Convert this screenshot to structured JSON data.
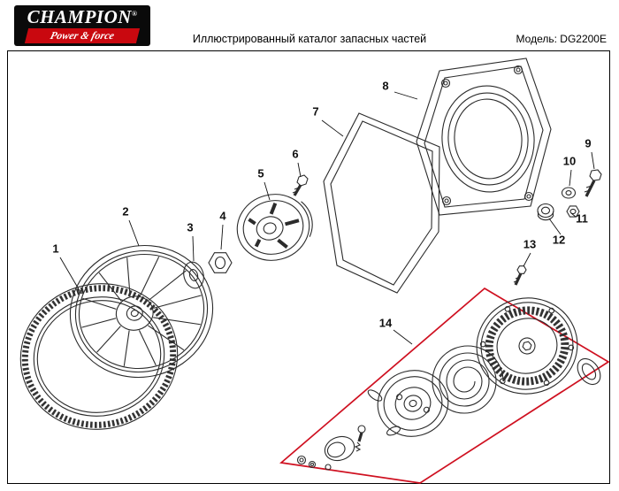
{
  "header": {
    "logo": {
      "name": "CHAMPION",
      "registered": "®",
      "tagline": "Power & force"
    },
    "title": "Иллюстрированный каталог запасных частей",
    "model": "Модель: DG2200E"
  },
  "colors": {
    "highlight_red": "#cf1020",
    "logo_red": "#c9080f",
    "logo_black": "#0a0a0a",
    "line_color": "#2b2b2b"
  },
  "diagram": {
    "description": "Exploded spare-parts diagram: ring gear, flywheel, washer, nut, starter cup, bolts, gasket, fan housing, fasteners and recoil starter assembly (highlighted in red)",
    "callouts": [
      {
        "num": "1",
        "label": [
          63,
          282
        ],
        "line": [
          68,
          291,
          92,
          332
        ]
      },
      {
        "num": "2",
        "label": [
          142,
          240
        ],
        "line": [
          146,
          249,
          157,
          278
        ]
      },
      {
        "num": "3",
        "label": [
          215,
          258
        ],
        "line": [
          218,
          267,
          219,
          295
        ]
      },
      {
        "num": "4",
        "label": [
          252,
          245
        ],
        "line": [
          252,
          254,
          250,
          282
        ]
      },
      {
        "num": "5",
        "label": [
          295,
          197
        ],
        "line": [
          299,
          206,
          305,
          226
        ]
      },
      {
        "num": "6",
        "label": [
          334,
          175
        ],
        "line": [
          337,
          184,
          340,
          200
        ]
      },
      {
        "num": "7",
        "label": [
          357,
          127
        ],
        "line": [
          364,
          136,
          388,
          154
        ]
      },
      {
        "num": "8",
        "label": [
          436,
          98
        ],
        "line": [
          446,
          104,
          472,
          112
        ]
      },
      {
        "num": "9",
        "label": [
          665,
          163
        ],
        "line": [
          669,
          172,
          672,
          191
        ]
      },
      {
        "num": "10",
        "label": [
          644,
          183
        ],
        "line": [
          646,
          192,
          644,
          210
        ]
      },
      {
        "num": "11",
        "label": [
          658,
          248
        ],
        "line": [
          651,
          245,
          646,
          241
        ]
      },
      {
        "num": "12",
        "label": [
          632,
          272
        ],
        "line": [
          634,
          265,
          621,
          247
        ]
      },
      {
        "num": "13",
        "label": [
          599,
          277
        ],
        "line": [
          600,
          286,
          592,
          301
        ]
      },
      {
        "num": "14",
        "label": [
          436,
          366
        ],
        "line": [
          445,
          373,
          466,
          389
        ]
      }
    ]
  }
}
